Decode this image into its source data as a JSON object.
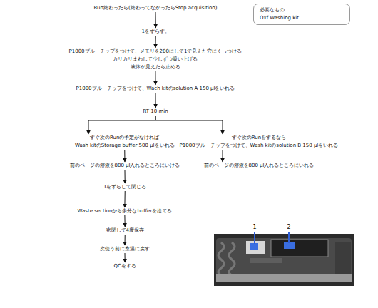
{
  "diagram": {
    "nodes": [
      {
        "text": [
          "Run終わったら(終わってなかったらStop acquisition)"
        ]
      },
      {
        "text": [
          "1をずらす。"
        ]
      },
      {
        "text": [
          "P1000ブルーチップをつけて、メモリを200にして1で見えた穴にくっつける",
          "カリカリまわして少しずつ吸い上げる",
          "液体が見えたら止める"
        ]
      },
      {
        "text": [
          "P1000ブルーチップをつけて、Wach kitのsolution A 150 µlをいれる"
        ]
      },
      {
        "text": [
          "RT 10 min"
        ]
      },
      {
        "text": [
          "すぐ次のRunの予定がなければ",
          "Wash kitのStorage buffer 500 µlをいれる"
        ]
      },
      {
        "text": [
          "すぐ次のRunをするなら",
          "P1000ブルーチップをつけて、Wash kitのsolution B 150 µlをいれる"
        ]
      },
      {
        "text": [
          "前のページの溶液を800 µl入れるところにいける"
        ]
      },
      {
        "text": [
          "前のページの溶液を800 µl入れるところにいれる"
        ]
      },
      {
        "text": [
          "1をずらして閉じる"
        ]
      },
      {
        "text": [
          "Waste sectionから余分なbufferを捨てる"
        ]
      },
      {
        "text": [
          "密閉して4度保存"
        ]
      },
      {
        "text": [
          "次使う前に室温に戻す"
        ]
      },
      {
        "text": [
          "QCをする"
        ]
      },
      {
        "text": [
          "必要なもの",
          "Oxf Washing kit"
        ]
      }
    ],
    "edges": [
      {
        "from": 0,
        "to": 1,
        "arrow": "to"
      },
      {
        "from": 1,
        "to": 2,
        "arrow": "to"
      },
      {
        "from": 2,
        "to": 3,
        "arrow": "to"
      },
      {
        "from": 3,
        "to": 4,
        "arrow": "to"
      },
      {
        "from": 4,
        "to": 5,
        "arrow": "to"
      },
      {
        "from": 4,
        "to": 6,
        "arrow": "to"
      },
      {
        "from": 5,
        "to": 7,
        "arrow": "to"
      },
      {
        "from": 6,
        "to": 8,
        "arrow": "to"
      },
      {
        "from": 7,
        "to": 9,
        "arrow": "to"
      },
      {
        "from": 9,
        "to": 10,
        "arrow": "to"
      },
      {
        "from": 10,
        "to": 11,
        "arrow": "to"
      },
      {
        "from": 11,
        "to": 12,
        "arrow": "to"
      },
      {
        "from": 12,
        "to": 13,
        "arrow": "to"
      }
    ],
    "labels": [
      "1",
      "2"
    ]
  }
}
